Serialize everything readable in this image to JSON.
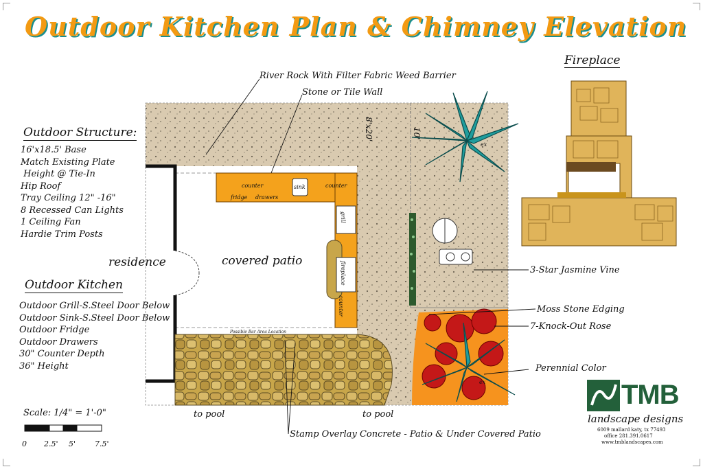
{
  "title": "Outdoor Kitchen Plan & Chimney Elevation",
  "fireplace_title": "Fireplace",
  "structure": {
    "heading": "Outdoor Structure:",
    "items": [
      "16'x18.5' Base",
      "Match Existing Plate",
      " Height @ Tie-In",
      "Hip Roof",
      "Tray Ceiling 12\" -16\"",
      "8 Recessed Can Lights",
      "1 Ceiling Fan",
      "Hardie Trim Posts"
    ]
  },
  "kitchen": {
    "heading": "Outdoor Kitchen",
    "items": [
      "Outdoor Grill-S.Steel Door Below",
      "Outdoor Sink-S.Steel Door Below",
      "Outdoor Fridge",
      "Outdoor Drawers",
      "30\" Counter Depth",
      "36\" Height"
    ]
  },
  "plan_labels": {
    "residence": "residence",
    "covered_patio": "covered patio",
    "counter1": "counter",
    "counter2": "counter",
    "counter3": "counter",
    "sink": "sink",
    "fridge": "fridge",
    "drawers": "drawers",
    "grill": "grill",
    "fireplace": "fireplace",
    "bar_area": "Possible Bar Area Location",
    "to_pool_left": "to pool",
    "to_pool_right": "to pool",
    "dim1": "8'x20'",
    "dim2": "10'",
    "ex1": "ex",
    "ex2": "ex"
  },
  "callouts": {
    "river_rock": "River Rock With Filter Fabric Weed Barrier",
    "stone_wall": "Stone or Tile Wall",
    "jasmine": "3-Star Jasmine Vine",
    "moss": "Moss Stone Edging",
    "rose": "7-Knock-Out Rose",
    "perennial": "Perennial Color",
    "stamp": "Stamp Overlay Concrete - Patio & Under Covered Patio"
  },
  "scale": {
    "label": "Scale: 1/4\" = 1'-0\"",
    "ticks": [
      "0",
      "2.5'",
      "5'",
      "7.5'"
    ]
  },
  "company": {
    "logo": "TMB",
    "name": "landscape designs",
    "address": "6009 mallard   katy, tx  77493",
    "phone": "office   281.391.0617",
    "web": "www.tmblandscapes.com"
  },
  "colors": {
    "accent_orange": "#f39a12",
    "accent_teal": "#1a8f8f",
    "counter": "#f4a21c",
    "gravel": "#d8c9ac",
    "logo_green": "#23603a"
  }
}
